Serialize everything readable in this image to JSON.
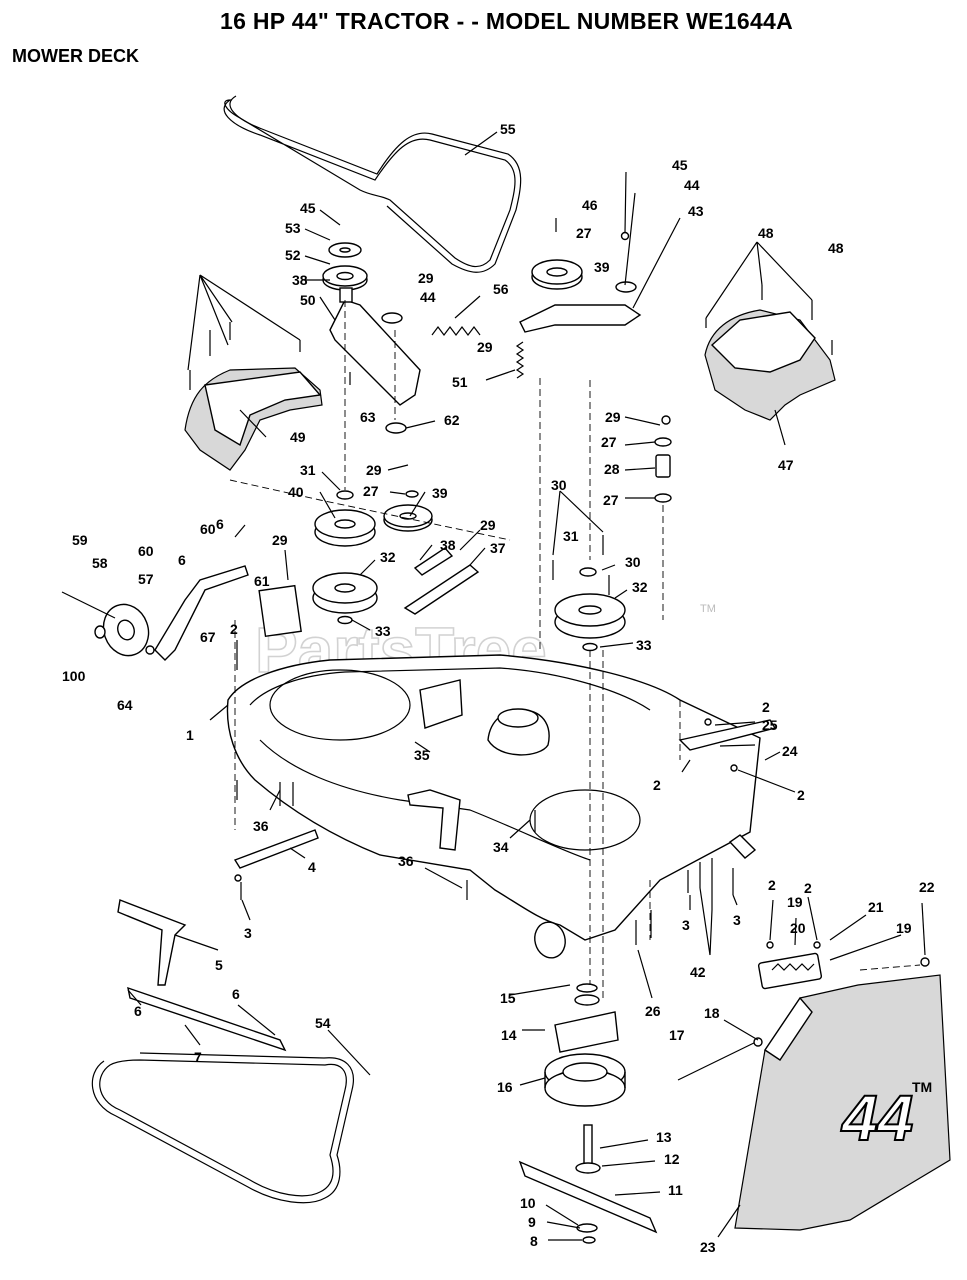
{
  "header": {
    "title": "16 HP 44\" TRACTOR - - MODEL NUMBER WE1644A",
    "subtitle": "MOWER DECK"
  },
  "watermark": {
    "text": "PartsTree",
    "trademark": "TM"
  },
  "deck_decal": {
    "text": "44",
    "mark": "TM"
  },
  "callouts": [
    "55",
    "45",
    "53",
    "52",
    "38",
    "50",
    "29",
    "44",
    "56",
    "46",
    "27",
    "39",
    "45",
    "44",
    "43",
    "48",
    "48",
    "29",
    "51",
    "63",
    "62",
    "49",
    "47",
    "29",
    "27",
    "28",
    "27",
    "31",
    "29",
    "27",
    "39",
    "40",
    "6",
    "60",
    "59",
    "58",
    "60",
    "6",
    "57",
    "61",
    "29",
    "32",
    "38",
    "29",
    "37",
    "30",
    "31",
    "30",
    "32",
    "33",
    "33",
    "2",
    "67",
    "100",
    "64",
    "1",
    "35",
    "2",
    "25",
    "24",
    "2",
    "2",
    "36",
    "34",
    "4",
    "36",
    "3",
    "3",
    "3",
    "42",
    "2",
    "19",
    "2",
    "21",
    "19",
    "22",
    "20",
    "5",
    "6",
    "15",
    "26",
    "54",
    "6",
    "7",
    "14",
    "18",
    "17",
    "16",
    "13",
    "12",
    "11",
    "10",
    "9",
    "8",
    "23"
  ]
}
